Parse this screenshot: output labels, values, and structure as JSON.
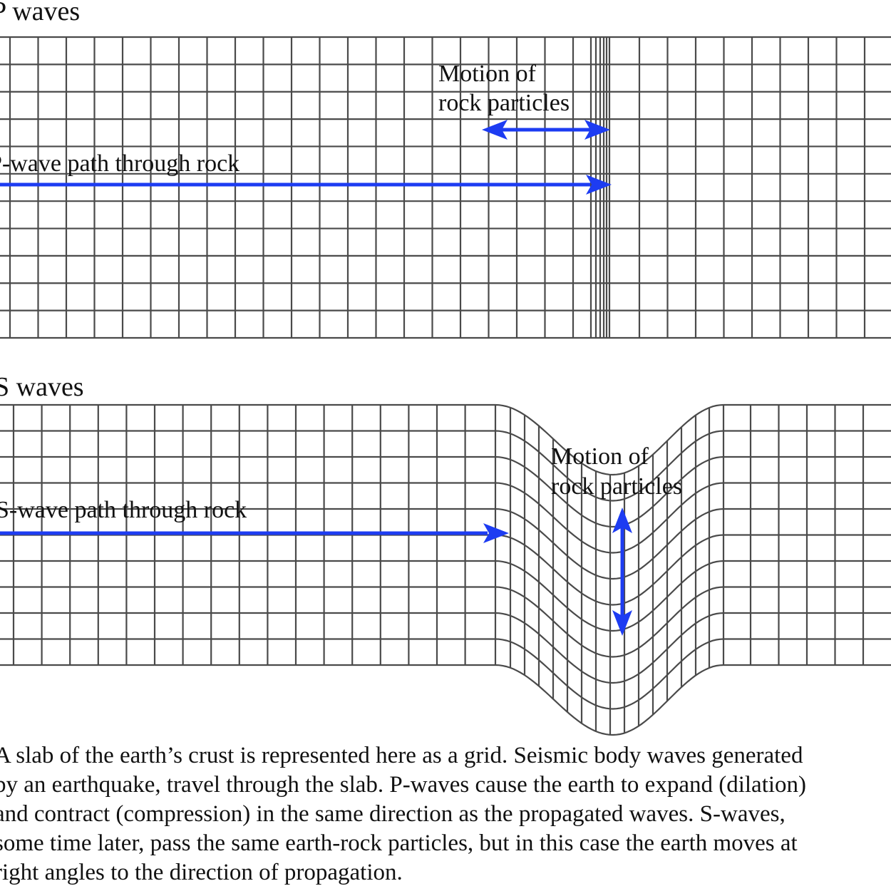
{
  "p_panel": {
    "title": "P waves",
    "motion_label_line1": "Motion of",
    "motion_label_line2": "rock particles",
    "path_label": "P-wave path through rock"
  },
  "s_panel": {
    "title": "S waves",
    "motion_label_line1": "Motion of",
    "motion_label_line2": "rock particles",
    "path_label": "S-wave path through rock"
  },
  "caption": {
    "lines": [
      "A slab of the earth’s crust is represented here as a grid.  Seismic body waves generated",
      "by an earthquake, travel through the slab.  P-waves cause the earth to expand (dilation)",
      "and contract (compression) in the same direction as the propagated waves.  S-waves,",
      "some time later, pass the same earth-rock particles, but in this case the earth moves at",
      "right angles to the direction of propagation."
    ]
  },
  "colors": {
    "grid": "#4a4a4a",
    "arrow": "#1d3cf2",
    "text": "#111111"
  }
}
